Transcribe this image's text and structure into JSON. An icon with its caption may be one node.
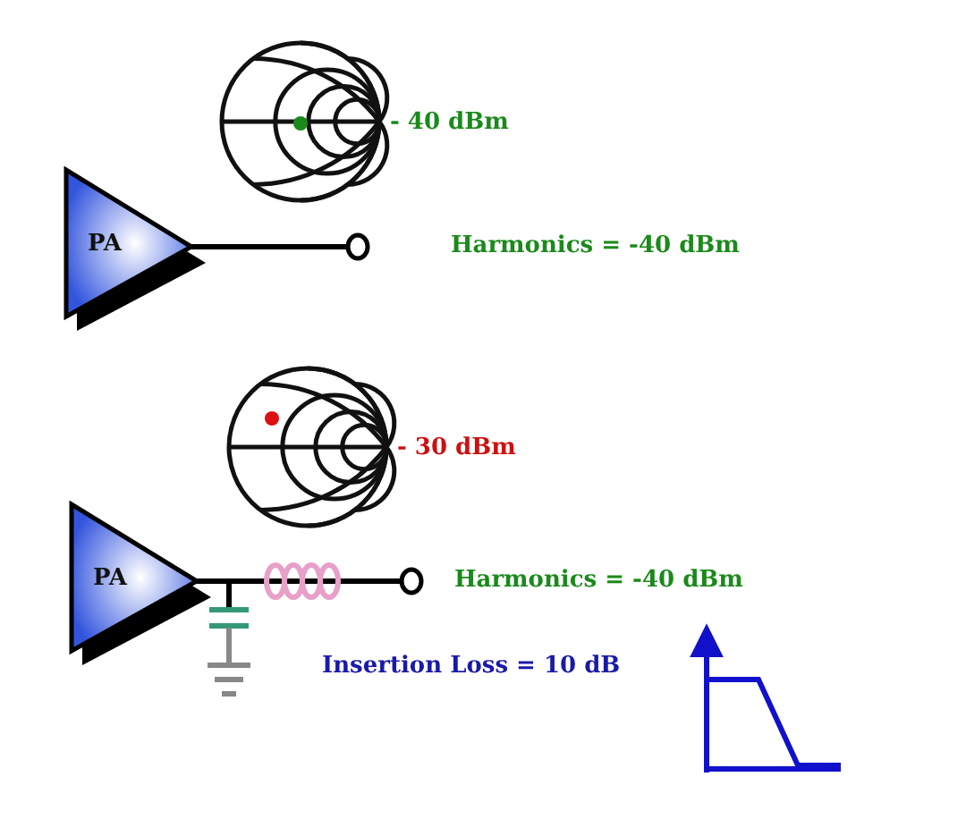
{
  "diagram": {
    "nodes": [
      {
        "text": [
          "PA"
        ]
      },
      {
        "text": [],
        "shape": "circle"
      },
      {
        "text": [
          "PA"
        ]
      },
      {
        "text": [],
        "shape": "circle"
      }
    ],
    "edges": [
      {
        "from": 0,
        "to": 1,
        "arrow": "none"
      },
      {
        "from": 2,
        "to": 3,
        "arrow": "none"
      }
    ],
    "labels": [
      "- 40 dBm",
      "Harmonics = -40 dBm",
      "- 30 dBm",
      "Harmonics = -40 dBm",
      "Insertion Loss = 10 dB"
    ]
  }
}
